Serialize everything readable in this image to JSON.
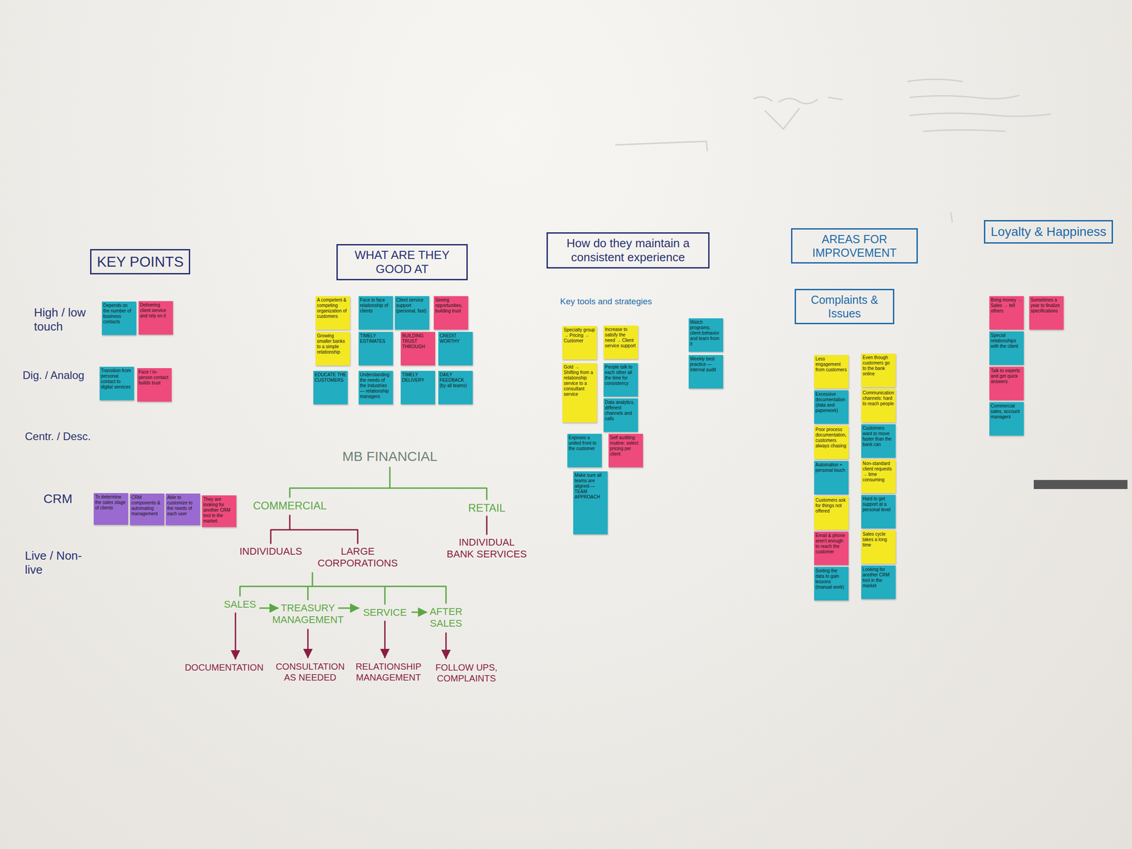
{
  "diagram": {
    "nodes": [
      {
        "text": [
          "KEY POINTS"
        ]
      },
      {
        "text": [
          "Depends on the number of business contacts"
        ]
      },
      {
        "text": [
          "Delivering client service and rely on it"
        ]
      },
      {
        "text": [
          "Transition from personal contact to digital services"
        ]
      },
      {
        "text": [
          "Face / in-person contact builds trust"
        ]
      },
      {
        "text": [
          "To determine the sales stage of clients"
        ]
      },
      {
        "text": [
          "CRM components & automating management"
        ]
      },
      {
        "text": [
          "Able to customize to the needs of each user"
        ]
      },
      {
        "text": [
          "They are looking for another CRM tool in the market"
        ]
      },
      {
        "text": [
          "WHAT ARE THEY GOOD AT"
        ]
      },
      {
        "text": [
          "A competent & competing organization of customers"
        ]
      },
      {
        "text": [
          "Face to face relationship of clients"
        ]
      },
      {
        "text": [
          "Client service support (personal, fast)"
        ]
      },
      {
        "text": [
          "Seeing opportunities, building trust"
        ]
      },
      {
        "text": [
          "Growing smaller banks to a simple relationship"
        ]
      },
      {
        "text": [
          "TIMELY ESTIMATES"
        ]
      },
      {
        "text": [
          "BUILDING TRUST THROUGH"
        ]
      },
      {
        "text": [
          "CREDIT WORTHY"
        ]
      },
      {
        "text": [
          "EDUCATE THE CUSTOMERS"
        ]
      },
      {
        "text": [
          "Understanding the needs of the industries — relationship managers"
        ]
      },
      {
        "text": [
          "TIMELY DELIVERY"
        ]
      },
      {
        "text": [
          "DAILY FEEDBACK (by all teams)"
        ]
      },
      {
        "text": [
          "How do they maintain a consistent experience"
        ]
      },
      {
        "text": [
          "Specialty group → Pricing → Customer"
        ]
      },
      {
        "text": [
          "Increase to satisfy the need → Client service support"
        ]
      },
      {
        "text": [
          "Watch programs, client behavior and learn from it"
        ]
      },
      {
        "text": [
          "Gold → Shifting from a relationship service to a consultant service"
        ]
      },
      {
        "text": [
          "People talk to each other all the time for consistency"
        ]
      },
      {
        "text": [
          "Weekly best practice — internal audit"
        ]
      },
      {
        "text": [
          "Data analytics, different channels and calls"
        ]
      },
      {
        "text": [
          "Exposes a united front to the customer"
        ]
      },
      {
        "text": [
          "Self auditing routine: select pricing per client"
        ]
      },
      {
        "text": [
          "Make sure all teams are aligned — TEAM APPROACH"
        ]
      },
      {
        "text": [
          "AREAS FOR IMPROVEMENT"
        ]
      },
      {
        "text": [
          "Complaints & Issues"
        ]
      },
      {
        "text": [
          "Less engagement from customers"
        ]
      },
      {
        "text": [
          "Excessive documentation (data and paperwork)"
        ]
      },
      {
        "text": [
          "Poor process documentation, customers always chasing"
        ]
      },
      {
        "text": [
          "Automation + personal touch"
        ]
      },
      {
        "text": [
          "Customers ask for things not offered"
        ]
      },
      {
        "text": [
          "Email & phone aren't enough to reach the customer"
        ]
      },
      {
        "text": [
          "Sorting the data to gain lessons (manual work)"
        ]
      },
      {
        "text": [
          "Even though customers go to the bank online"
        ]
      },
      {
        "text": [
          "Communication channels: hard to reach people"
        ]
      },
      {
        "text": [
          "Customers want to move faster than the bank can"
        ]
      },
      {
        "text": [
          "Non-standard client requests → time consuming"
        ]
      },
      {
        "text": [
          "Hard to get support at a personal level"
        ]
      },
      {
        "text": [
          "Sales cycle takes a long time"
        ]
      },
      {
        "text": [
          "Looking for another CRM tool in the market"
        ]
      },
      {
        "text": [
          "Loyalty & Happiness"
        ]
      },
      {
        "text": [
          "Bring money → Sales → tell others"
        ]
      },
      {
        "text": [
          "Sometimes a year to finalize specifications"
        ]
      },
      {
        "text": [
          "Special relationships with the client"
        ]
      },
      {
        "text": [
          "Talk to experts and get quick answers"
        ]
      },
      {
        "text": [
          "Commercial sales, account managers"
        ]
      }
    ],
    "labels": [
      "High / low touch",
      "Dig. / Analog",
      "Centr. / Desc.",
      "CRM",
      "Live / Non-live",
      "Key tools and strategies",
      "MB FINANCIAL",
      "COMMERCIAL",
      "RETAIL",
      "INDIVIDUALS",
      "LARGE CORPORATIONS",
      "INDIVIDUAL BANK SERVICES",
      "SALES",
      "TREASURY MANAGEMENT",
      "SERVICE",
      "AFTER SALES",
      "DOCUMENTATION",
      "CONSULTATION AS NEEDED",
      "RELATIONSHIP MANAGEMENT",
      "FOLLOW UPS, COMPLAINTS"
    ]
  }
}
